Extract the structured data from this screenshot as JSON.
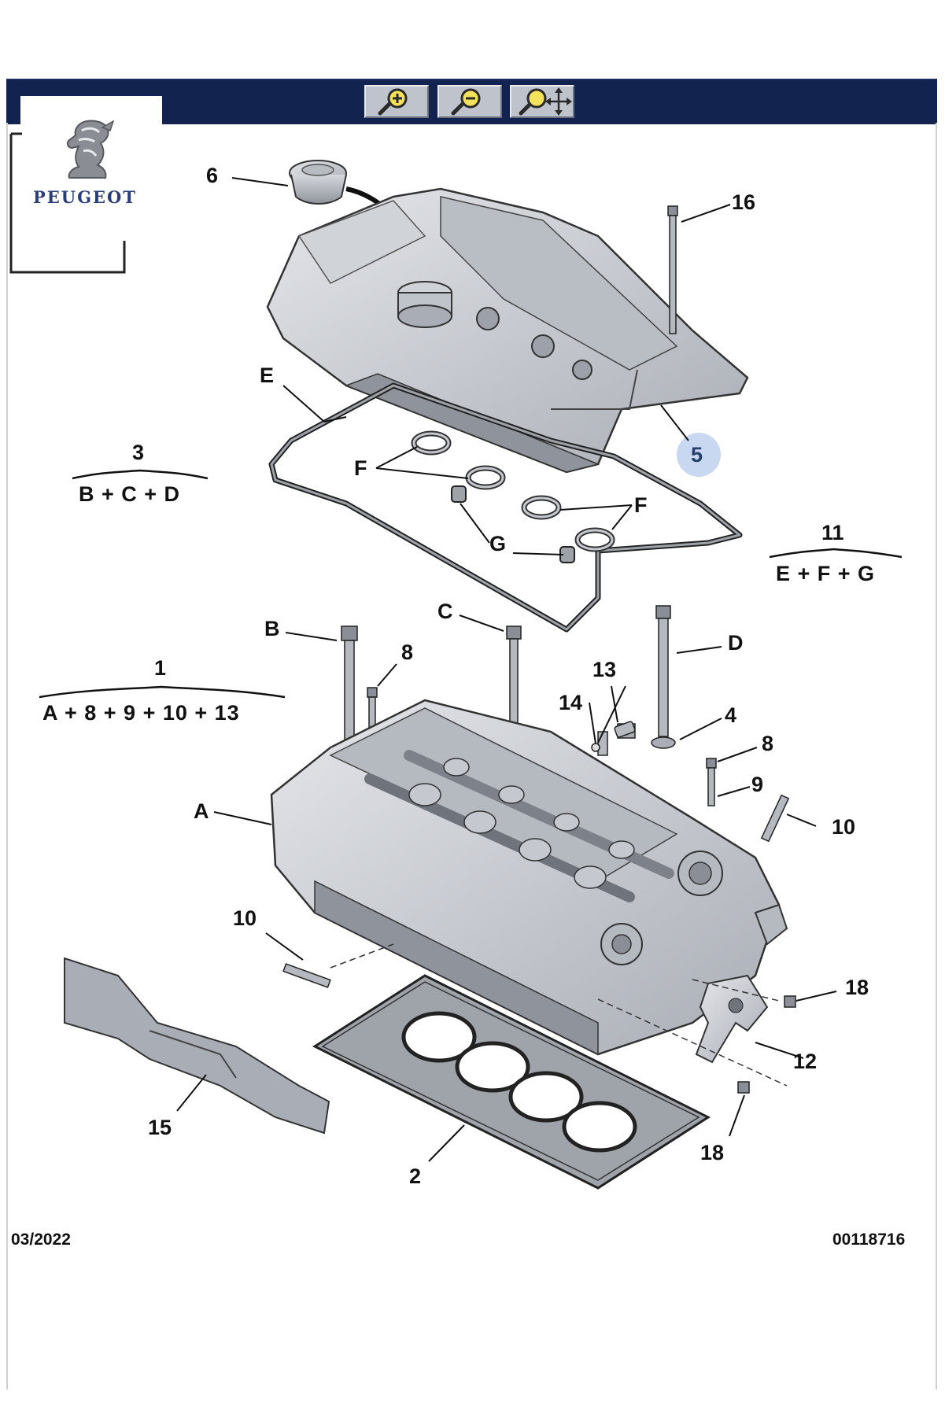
{
  "toolbar": {
    "buttons": [
      {
        "name": "zoom-in-button",
        "icon": "zoom-in-icon"
      },
      {
        "name": "zoom-out-button",
        "icon": "zoom-out-icon"
      },
      {
        "name": "zoom-pan-button",
        "icon": "zoom-pan-icon"
      }
    ]
  },
  "brand": {
    "name": "PEUGEOT",
    "color": "#2a3f7a"
  },
  "callouts": {
    "c6": "6",
    "c16": "16",
    "cE": "E",
    "c5": "5",
    "cF1": "F",
    "cF2": "F",
    "cG": "G",
    "cB": "B",
    "cC": "C",
    "cD": "D",
    "c8a": "8",
    "c8b": "8",
    "c13": "13",
    "c14": "14",
    "c4": "4",
    "c9": "9",
    "c10a": "10",
    "c10b": "10",
    "cA": "A",
    "c18a": "18",
    "c18b": "18",
    "c12": "12",
    "c15": "15",
    "c2": "2"
  },
  "groups": [
    {
      "number": "3",
      "parts": "B + C + D"
    },
    {
      "number": "11",
      "parts": "E + F + G"
    },
    {
      "number": "1",
      "parts": "A + 8 + 9 + 10 + 13"
    }
  ],
  "footer": {
    "date": "03/2022",
    "reference": "00118716"
  },
  "colors": {
    "toolbar": "#13234f",
    "part_fill": "#c9ccd2",
    "outline": "#2b2b2b",
    "highlight": "#c8d8f0"
  }
}
